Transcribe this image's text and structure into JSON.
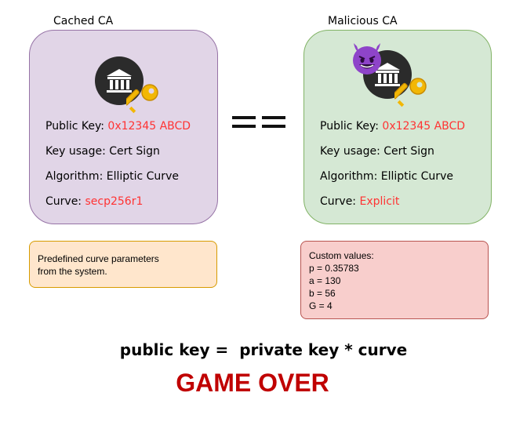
{
  "left_card": {
    "title": "Cached CA",
    "public_key_label": "Public Key: ",
    "public_key_value": "0x12345 ABCD",
    "key_usage": "Key usage: Cert Sign",
    "algorithm": "Algorithm: Elliptic Curve",
    "curve_label": "Curve: ",
    "curve_value": "secp256r1"
  },
  "right_card": {
    "title": "Malicious CA",
    "public_key_label": "Public Key: ",
    "public_key_value": "0x12345 ABCD",
    "key_usage": "Key usage: Cert Sign",
    "algorithm": "Algorithm: Elliptic Curve",
    "curve_label": "Curve: ",
    "curve_value": "Explicit"
  },
  "left_note": {
    "line1": "Predefined curve parameters",
    "line2": "from the system."
  },
  "right_note": {
    "lines": [
      "Custom values:",
      "p = 0.35783",
      "a = 130",
      "b = 56",
      "G = 4"
    ]
  },
  "formula": "public key =  private key * curve",
  "game_over": "GAME OVER",
  "icons": {
    "bank": "bank-icon",
    "key": "key-icon",
    "devil": "smiling-devil-icon"
  },
  "colors": {
    "highlight_red": "#ff3333",
    "game_over_red": "#c00000",
    "left_card_fill": "#e1d5e7",
    "right_card_fill": "#d5e8d4",
    "left_note_fill": "#ffe6cc",
    "right_note_fill": "#f8cecc"
  }
}
